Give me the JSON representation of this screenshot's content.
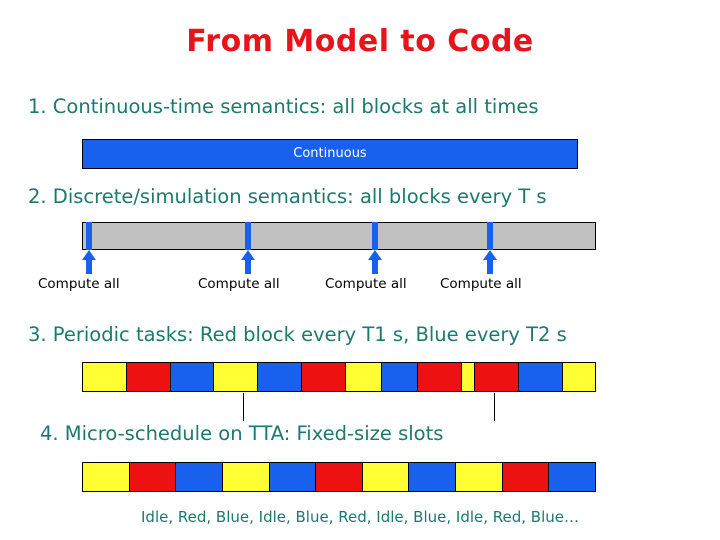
{
  "slide": {
    "title": "From Model to Code",
    "steps": [
      {
        "id": "step1",
        "text": "1. Continuous-time semantics: all blocks at all times"
      },
      {
        "id": "step2",
        "text": "2. Discrete/simulation semantics: all blocks every T s"
      },
      {
        "id": "step3",
        "text": "3. Periodic tasks: Red block every T1 s, Blue every T2 s"
      },
      {
        "id": "step4",
        "text": "4. Micro-schedule on TTA: Fixed-size slots"
      }
    ],
    "bar_continuous": {
      "label": "Continuous",
      "color": "#1861EF",
      "text_color": "#FFFFFF"
    },
    "bar_discrete": {
      "color": "#C0C0C0",
      "tick_color": "#1861EF",
      "tick_positions_pct": [
        0,
        31,
        56,
        79
      ],
      "compute_labels": [
        "Compute all",
        "Compute all",
        "Compute all",
        "Compute all"
      ]
    },
    "bar_periodic": {
      "segments": [
        {
          "color": "#FFFF33",
          "width": 44
        },
        {
          "color": "#EE1111",
          "width": 44
        },
        {
          "color": "#1861EF",
          "width": 44
        },
        {
          "color": "#FFFF33",
          "width": 44
        },
        {
          "color": "#1861EF",
          "width": 44
        },
        {
          "color": "#EE1111",
          "width": 44
        },
        {
          "color": "#FFFF33",
          "width": 36
        },
        {
          "color": "#1861EF",
          "width": 36
        },
        {
          "color": "#EE1111",
          "width": 44
        },
        {
          "color": "#FFFF33",
          "width": 14
        },
        {
          "color": "#EE1111",
          "width": 44
        },
        {
          "color": "#1861EF",
          "width": 44
        },
        {
          "color": "#FFFF33",
          "width": 32
        }
      ]
    },
    "bar_micro": {
      "segments": [
        {
          "color": "#FFFF33"
        },
        {
          "color": "#EE1111"
        },
        {
          "color": "#1861EF"
        },
        {
          "color": "#FFFF33"
        },
        {
          "color": "#1861EF"
        },
        {
          "color": "#EE1111"
        },
        {
          "color": "#FFFF33"
        },
        {
          "color": "#1861EF"
        },
        {
          "color": "#FFFF33"
        },
        {
          "color": "#EE1111"
        },
        {
          "color": "#1861EF"
        }
      ]
    },
    "caption": "Idle, Red, Blue, Idle, Blue, Red, Idle, Blue, Idle, Red, Blue…"
  }
}
